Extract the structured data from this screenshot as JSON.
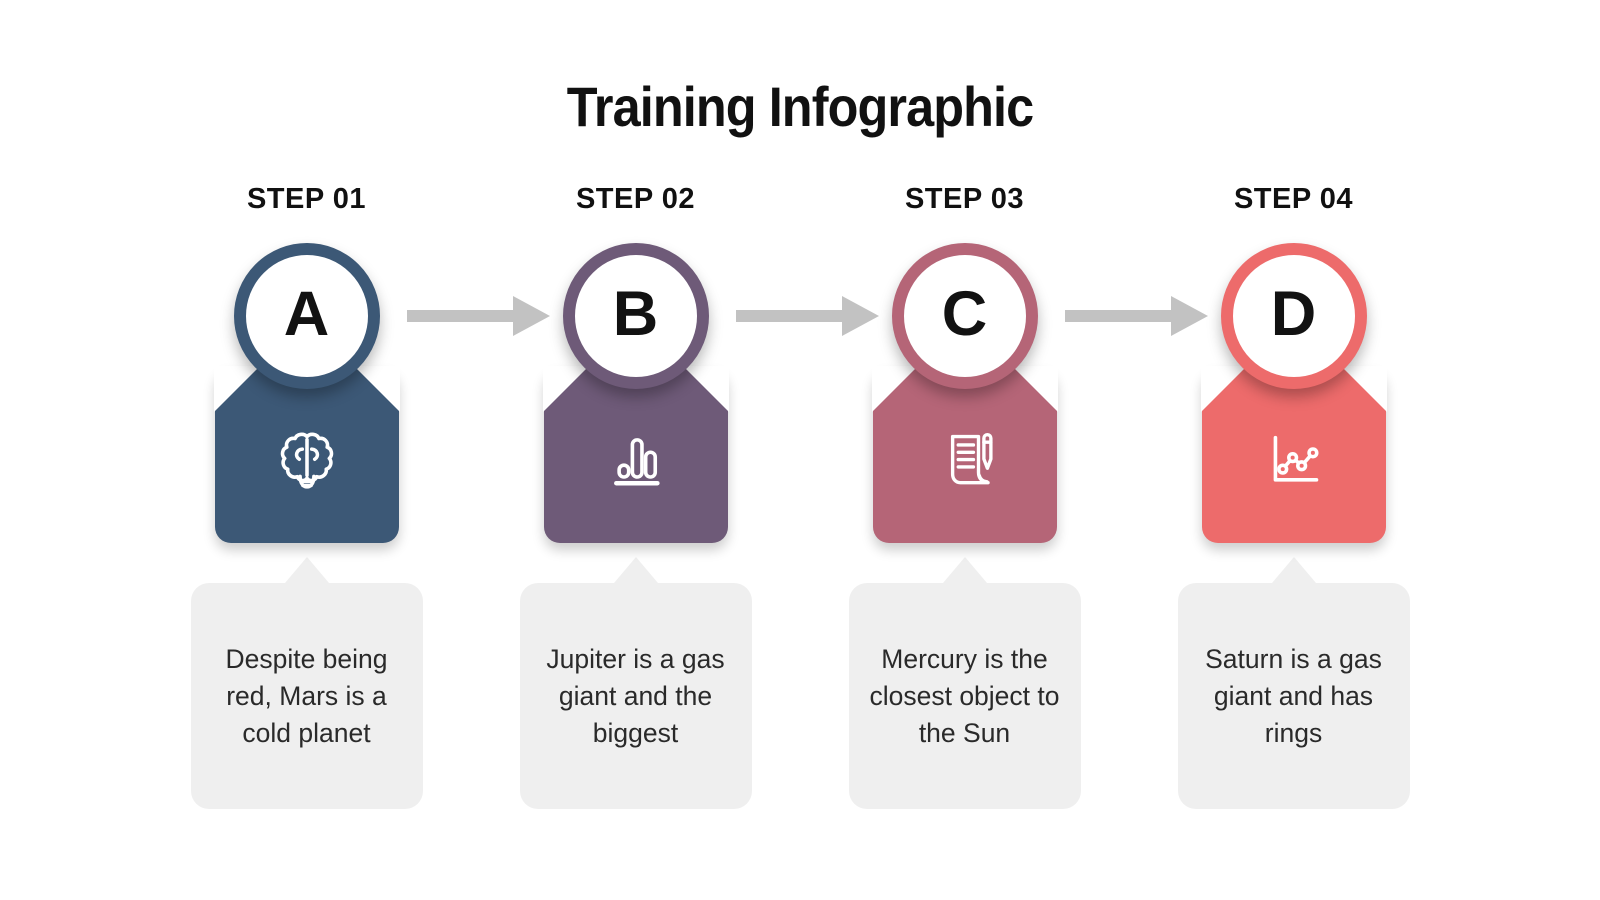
{
  "title": "Training Infographic",
  "steps": [
    {
      "step_label": "STEP 01",
      "letter": "A",
      "icon": "brain-icon",
      "accent_color": "#3C5876",
      "description": "Despite being red, Mars is a cold planet"
    },
    {
      "step_label": "STEP 02",
      "letter": "B",
      "icon": "bar-chart-icon",
      "accent_color": "#6E5A78",
      "description": "Jupiter is a gas giant and the biggest"
    },
    {
      "step_label": "STEP 03",
      "letter": "C",
      "icon": "document-pencil-icon",
      "accent_color": "#B56577",
      "description": "Mercury is the closest object to the Sun"
    },
    {
      "step_label": "STEP 04",
      "letter": "D",
      "icon": "line-chart-icon",
      "accent_color": "#ED6B6B",
      "description": "Saturn is a gas giant and has rings"
    }
  ],
  "colors": {
    "arrow": "#C2C2C2",
    "bubble_bg": "#EFEFEF",
    "text": "#2A2A2A"
  }
}
